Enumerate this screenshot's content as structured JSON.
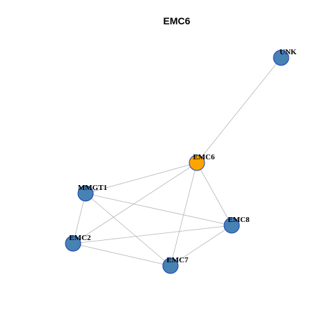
{
  "title": "EMC6",
  "colors": {
    "focus_fill": "#FFA500",
    "node_fill": "#4682B4",
    "node_stroke": "#1C3FB0",
    "edge": "#B4B4B4"
  },
  "nodes": [
    {
      "id": "UNK",
      "label": "UNK",
      "focus": false
    },
    {
      "id": "EMC6",
      "label": "EMC6",
      "focus": true
    },
    {
      "id": "MMGT1",
      "label": "MMGT1",
      "focus": false
    },
    {
      "id": "EMC8",
      "label": "EMC8",
      "focus": false
    },
    {
      "id": "EMC2",
      "label": "EMC2",
      "focus": false
    },
    {
      "id": "EMC7",
      "label": "EMC7",
      "focus": false
    }
  ],
  "edges": [
    [
      "UNK",
      "EMC6"
    ],
    [
      "EMC6",
      "MMGT1"
    ],
    [
      "EMC6",
      "EMC8"
    ],
    [
      "EMC6",
      "EMC2"
    ],
    [
      "EMC6",
      "EMC7"
    ],
    [
      "MMGT1",
      "EMC8"
    ],
    [
      "MMGT1",
      "EMC2"
    ],
    [
      "MMGT1",
      "EMC7"
    ],
    [
      "EMC8",
      "EMC2"
    ],
    [
      "EMC8",
      "EMC7"
    ],
    [
      "EMC2",
      "EMC7"
    ]
  ]
}
